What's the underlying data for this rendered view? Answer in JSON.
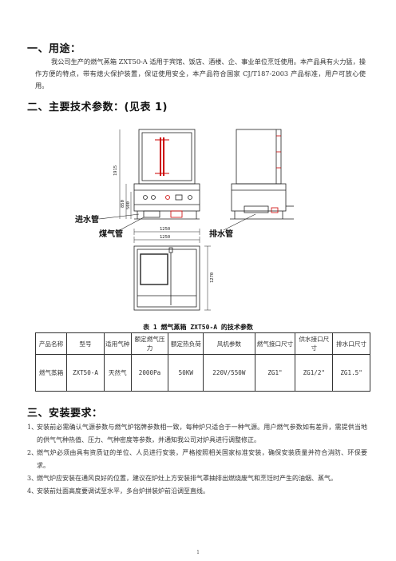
{
  "header": {
    "watermark": ""
  },
  "section1": {
    "title": "一、用途：",
    "body": "我公司生产的燃气蒸箱 ZXT50-A 适用于宾馆、饭店、酒楼、企、事业单位烹饪使用。本产品具有火力猛，操作方便的特点，带有熄火保护装置，保证使用安全，本产品符合国家 CJ/T187-2003 产品标准，用户可放心使用。"
  },
  "section2": {
    "title": "二、主要技术参数：(见表 1)"
  },
  "drawing": {
    "dim_1915": "1915",
    "dim_850": "850",
    "dim_500": "500",
    "dim_1250_top": "1250",
    "dim_1250_plan": "1250",
    "dim_1270": "1270",
    "label_water_in": "进水管",
    "label_gas": "煤气管",
    "label_drain": "排水管"
  },
  "table": {
    "caption": "表 1   燃气蒸箱 ZXT50-A 的技术参数",
    "headers": [
      "产品名称",
      "型号",
      "适用气种",
      "额定燃气压力",
      "额定热负荷",
      "风机参数",
      "燃气接口尺寸",
      "供水接口尺寸",
      "排水口尺寸"
    ],
    "row": [
      "燃气蒸箱",
      "ZXT50-A",
      "天然气",
      "2000Pa",
      "50KW",
      "220V/550W",
      "ZG1\"",
      "ZG1/2\"",
      "ZG1.5\""
    ]
  },
  "section3": {
    "title": "三、安装要求：",
    "items": [
      {
        "num": "1、",
        "text": "安装前必需确认气源参数与燃气炉铭牌参数相一致，每种炉只适合于一种气源。用户燃气参数如有差异，需提供当地的供气气种热值、压力、气种密度等参数，并通知我公司对炉具进行调整修正。"
      },
      {
        "num": "2、",
        "text": "燃气炉必须由具有资质证的单位、人员进行安装，严格按照相关国家标准安装，确保安装质量并符合消防、环保要求。"
      },
      {
        "num": "3、",
        "text": "燃气炉应安装在通风良好的位置，建议在炉灶上方安装排气罩抽排出燃烧废气和烹饪时产生的油烟、蒸气。"
      },
      {
        "num": "4、",
        "text": "安装前灶面高度要调试至水平，多台炉拼装炉前沿调至直线。"
      }
    ]
  },
  "footer": {
    "page": "1"
  }
}
